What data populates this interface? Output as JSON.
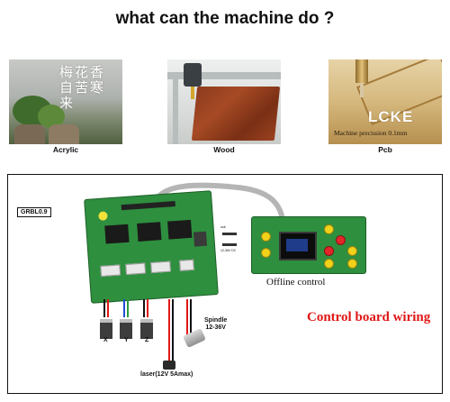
{
  "headline": "what  can the machine do ?",
  "materials": [
    {
      "caption": "Acrylic",
      "engraved_text": "梅花香自苦寒来"
    },
    {
      "caption": "Wood"
    },
    {
      "caption": "Pcb",
      "logo_text": "LCKE",
      "precision_text": "Machine precission 0.1mm"
    }
  ],
  "wiring": {
    "firmware_label": "GRBL0.9",
    "offline_label": "Offline control",
    "board_label": "Control board wiring",
    "axes": [
      "X",
      "Y",
      "Z"
    ],
    "spindle_label": "Spindle",
    "spindle_voltage": "12-36V",
    "laser_label": "laser(12V 5Amax)",
    "usb_label": "usb",
    "dc_label": "12-36V DC"
  },
  "colors": {
    "board_green": "#2e8f3e",
    "board_label_red": "#e01616",
    "button_yellow": "#f1d21a",
    "button_red": "#e2262a"
  }
}
